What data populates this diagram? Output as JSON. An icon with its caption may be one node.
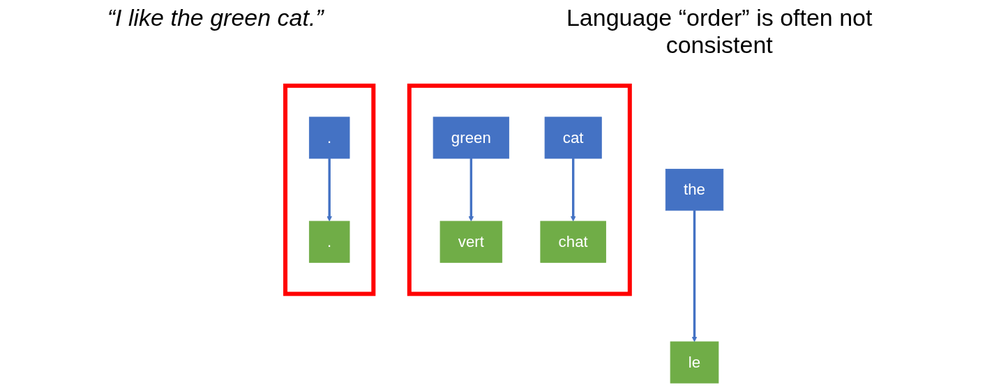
{
  "diagram": {
    "nodes": [
      {
        "text": [
          "the"
        ]
      },
      {
        "text": [
          "le"
        ]
      },
      {
        "text": [],
        "shape": "box"
      },
      {
        "text": [
          "green"
        ],
        "in": 2
      },
      {
        "text": [
          "cat"
        ],
        "in": 2
      },
      {
        "text": [
          "chat"
        ],
        "in": 2
      },
      {
        "text": [
          "vert"
        ],
        "in": 2
      },
      {
        "text": [],
        "shape": "box"
      },
      {
        "text": [
          "."
        ],
        "in": 7
      },
      {
        "text": [
          "."
        ],
        "in": 7
      }
    ],
    "edges": [
      {
        "from": 0,
        "to": 1,
        "arrow": "to"
      },
      {
        "from": 3,
        "to": 6,
        "arrow": "to"
      },
      {
        "from": 4,
        "to": 5,
        "arrow": "to"
      },
      {
        "from": 8,
        "to": 9,
        "arrow": "to"
      }
    ],
    "labels": [
      "“I like the green cat.”",
      "Language “order” is often not consistent"
    ]
  }
}
